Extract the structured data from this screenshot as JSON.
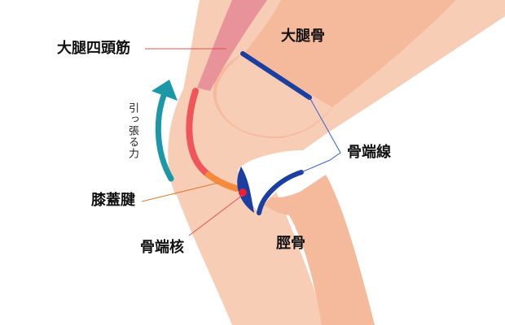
{
  "labels": {
    "quadriceps": "大腿四頭筋",
    "femur": "大腿骨",
    "pull_force": "引っ張る力",
    "epiphyseal_line": "骨端線",
    "patellar_tendon": "膝蓋腱",
    "ossification_nucleus": "骨端核",
    "tibia": "脛骨"
  },
  "colors": {
    "skin": "#f8cdb5",
    "bone": "#f5b99b",
    "muscle": "#e8939a",
    "tendon_red": "#f0555a",
    "tendon_orange": "#f58a3c",
    "epiphyseal_line": "#1a3fa0",
    "arrow": "#1b97a8",
    "nucleus": "#e8203a",
    "leader_red": "#e05050",
    "leader_blue": "#3a5fd0",
    "leader_orange": "#e07a30"
  }
}
